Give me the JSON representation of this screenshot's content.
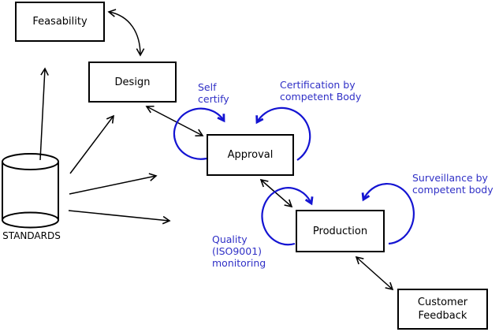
{
  "diagram": {
    "nodes": {
      "feasability": "Feasability",
      "design": "Design",
      "approval": "Approval",
      "production": "Production",
      "customer_feedback": "Customer\nFeedback",
      "standards": "STANDARDS"
    },
    "annotations": {
      "self_certify": "Self\ncertify",
      "certification": "Certification by\ncompetent Body",
      "surveillance": "Surveillance by\ncompetent body",
      "quality_monitoring": "Quality\n(ISO9001)\nmonitoring"
    },
    "colors": {
      "annotation_blue": "#3030c6",
      "loop_blue": "#1414d2",
      "line_black": "#000000",
      "node_border": "#000000",
      "background": "#ffffff"
    },
    "edges": [
      {
        "from": "standards",
        "to": "feasability",
        "style": "arrow"
      },
      {
        "from": "standards",
        "to": "design",
        "style": "arrow"
      },
      {
        "from": "standards",
        "to": "approval",
        "style": "arrow"
      },
      {
        "from": "standards",
        "to": "production",
        "style": "arrow"
      },
      {
        "from": "feasability",
        "to": "design",
        "style": "double-arrow"
      },
      {
        "from": "design",
        "to": "approval",
        "style": "double-arrow"
      },
      {
        "from": "approval",
        "to": "production",
        "style": "double-arrow"
      },
      {
        "from": "production",
        "to": "customer_feedback",
        "style": "double-arrow"
      },
      {
        "from": "approval",
        "to": "approval",
        "style": "self-loop",
        "label": "Self certify"
      },
      {
        "from": "approval",
        "to": "approval",
        "style": "self-loop",
        "label": "Certification by competent Body"
      },
      {
        "from": "production",
        "to": "production",
        "style": "self-loop",
        "label": "Quality (ISO9001) monitoring"
      },
      {
        "from": "production",
        "to": "production",
        "style": "self-loop",
        "label": "Surveillance by competent body"
      }
    ]
  }
}
